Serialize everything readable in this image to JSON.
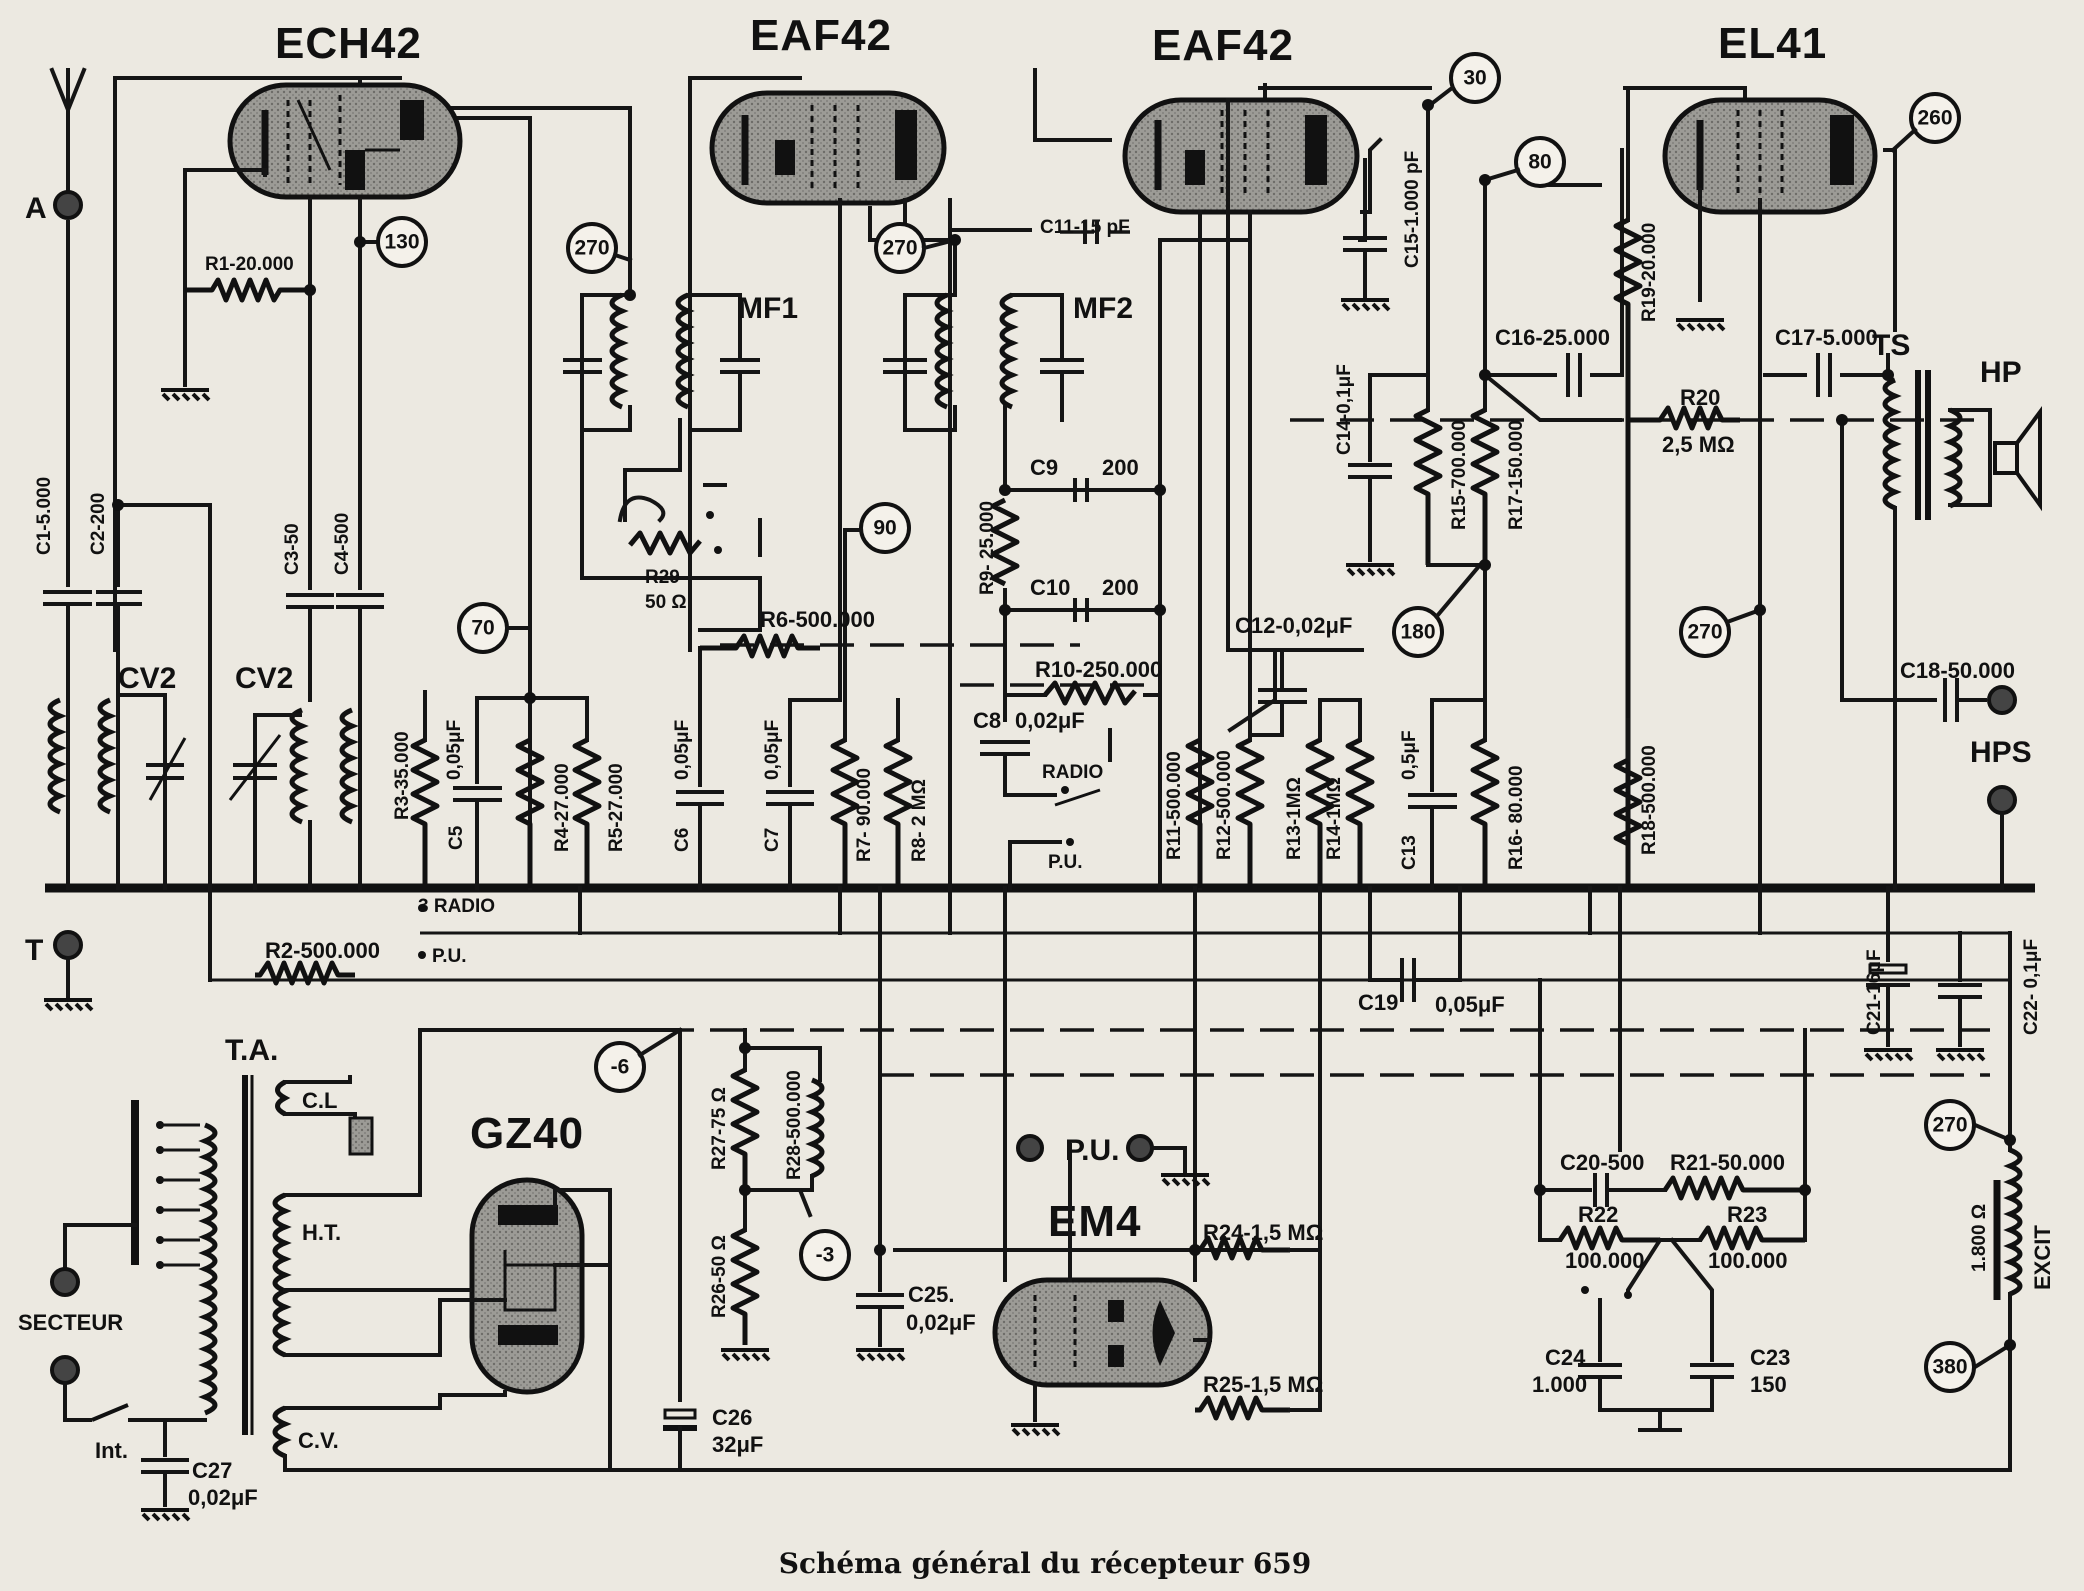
{
  "caption": "Schéma général du récepteur 659",
  "tubes": {
    "ech42": "ECH42",
    "eaf42_1": "EAF42",
    "eaf42_2": "EAF42",
    "el41": "EL41",
    "gz40": "GZ40",
    "em4": "EM4"
  },
  "test_points": {
    "tp30": "30",
    "tp80": "80",
    "tp260": "260",
    "tp130": "130",
    "tp270a": "270",
    "tp270b": "270",
    "tp90": "90",
    "tp70": "70",
    "tp180": "180",
    "tp270c": "270",
    "tp270d": "270",
    "tp380": "380",
    "tpm6": "-6",
    "tpm3": "-3"
  },
  "terminals": {
    "A": "A",
    "T": "T",
    "HPS": "HPS",
    "HP": "HP",
    "TS": "TS",
    "SECTEUR": "SECTEUR",
    "PU": "P.U.",
    "Int": "Int."
  },
  "components": {
    "R1": "R1-20.000",
    "R2": "R2-500.000",
    "R3": "R3-35.000",
    "R4": "R4-27.000",
    "R5": "R5-27.000",
    "R6": "R6-500.000",
    "R7": "R7- 90.000",
    "R8": "R8- 2 MΩ",
    "R9": "R9- 25.000",
    "R10": "R10-250.000",
    "R11": "R11-500.000",
    "R12": "R12-500.000",
    "R13": "R13-1MΩ",
    "R14": "R14-1MΩ",
    "R15": "R15-700.000",
    "R16": "R16- 80.000",
    "R17": "R17-150.000",
    "R18": "R18-500.000",
    "R19": "R19-20.000",
    "R20a": "R20",
    "R20b": "2,5 MΩ",
    "R21": "R21-50.000",
    "R22a": "R22",
    "R22b": "100.000",
    "R23a": "R23",
    "R23b": "100.000",
    "R24": "R24-1,5 MΩ",
    "R25": "R25-1,5 MΩ",
    "R26": "R26-50 Ω",
    "R27": "R27-75 Ω",
    "R28": "R28-500.000",
    "R29a": "R29",
    "R29b": "50 Ω",
    "C1": "C1-5.000",
    "C2": "C2-200",
    "C3": "C3-50",
    "C4": "C4-500",
    "C5": "C5",
    "C5v": "0,05μF",
    "C6": "C6",
    "C6v": "0,05μF",
    "C7": "C7",
    "C7v": "0,05μF",
    "C8": "C8",
    "C8v": "0,02μF",
    "C9": "C9",
    "C9v": "200",
    "C10": "C10",
    "C10v": "200",
    "C11": "C11-15 pF",
    "C12": "C12-0,02μF",
    "C13": "C13",
    "C13v": "0,5μF",
    "C14": "C14-0,1μF",
    "C15": "C15-1.000 pF",
    "C16": "C16-25.000",
    "C17": "C17-5.000",
    "C18": "C18-50.000",
    "C19": "C19",
    "C19v": "0,05μF",
    "C20": "C20-500",
    "C21": "C21-16μF",
    "C22": "C22- 0,1μF",
    "C23": "C23",
    "C23v": "150",
    "C24": "C24",
    "C24v": "1.000",
    "C25": "C25.",
    "C25v": "0,02μF",
    "C26": "C26",
    "C26v": "32μF",
    "C27": "C27",
    "C27v": "0,02μF",
    "CV2a": "CV2",
    "CV2b": "CV2",
    "MF1": "MF1",
    "MF2": "MF2",
    "TA": "T.A.",
    "CL": "C.L",
    "HT": "H.T.",
    "CV": "C.V.",
    "EXCIT": "EXCIT",
    "EXCITv": "1.800 Ω",
    "RADIO1": "RADIO",
    "PU1": "P.U.",
    "RADIO2": "3 RADIO",
    "PU2": "P.U."
  }
}
